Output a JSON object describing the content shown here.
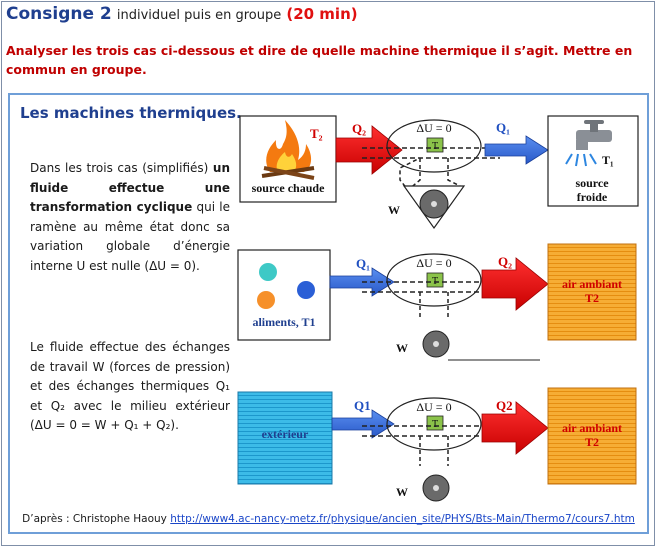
{
  "header": {
    "title": "Consigne 2",
    "subtitle": "individuel puis en groupe",
    "duration": "(20 min)"
  },
  "instruction": "Analyser les trois cas ci-dessous et dire de quelle machine thermique il s’agit. Mettre en commun en groupe.",
  "section": {
    "title": "Les machines thermiques.",
    "paragraph1": {
      "before": "Dans les trois cas (simplifiés)",
      "bold": "un fluide effectue une transformation cyclique",
      "after": "qui le ramène au même état donc sa variation globale d’énergie interne U est nulle (ΔU = 0)."
    },
    "paragraph2": "Le fluide effectue des échanges de travail W (forces de pression) et des échanges thermiques Q₁ et Q₂ avec le milieu extérieur (ΔU = 0 = W + Q₁ + Q₂)."
  },
  "diagram1": {
    "hot_source": "source chaude",
    "hot_temp": "T₂",
    "heat_in": "Q₂",
    "delta_u": "ΔU = 0",
    "t_box": "T",
    "heat_out": "Q₁",
    "cold_temp": "T₁",
    "cold_source_line1": "source",
    "cold_source_line2": "froide",
    "work": "W"
  },
  "diagram2": {
    "left_label": "aliments, T1",
    "heat_in": "Q₁",
    "delta_u": "ΔU = 0",
    "t_box": "T",
    "heat_out": "Q₂",
    "right_line1": "air ambiant",
    "right_line2": "T2",
    "work": "W"
  },
  "diagram3": {
    "left_label": "extérieur",
    "heat_in": "Q1",
    "delta_u": "ΔU = 0",
    "t_box": "T",
    "heat_out": "Q2",
    "right_line1": "air ambiant",
    "right_line2": "T2",
    "work": "W"
  },
  "credit": {
    "prefix": "D’après : Christophe Haouy",
    "link": "http://www4.ac-nancy-metz.fr/physique/ancien_site/PHYS/Bts-Main/Thermo7/cours7.htm"
  },
  "colors": {
    "title_blue": "#1f3f8f",
    "accent_red": "#c00000",
    "arrow_red": "#e81010",
    "arrow_blue": "#3a6fd8",
    "orange_box": "#f5a623",
    "cyan_box": "#35b4e6"
  }
}
